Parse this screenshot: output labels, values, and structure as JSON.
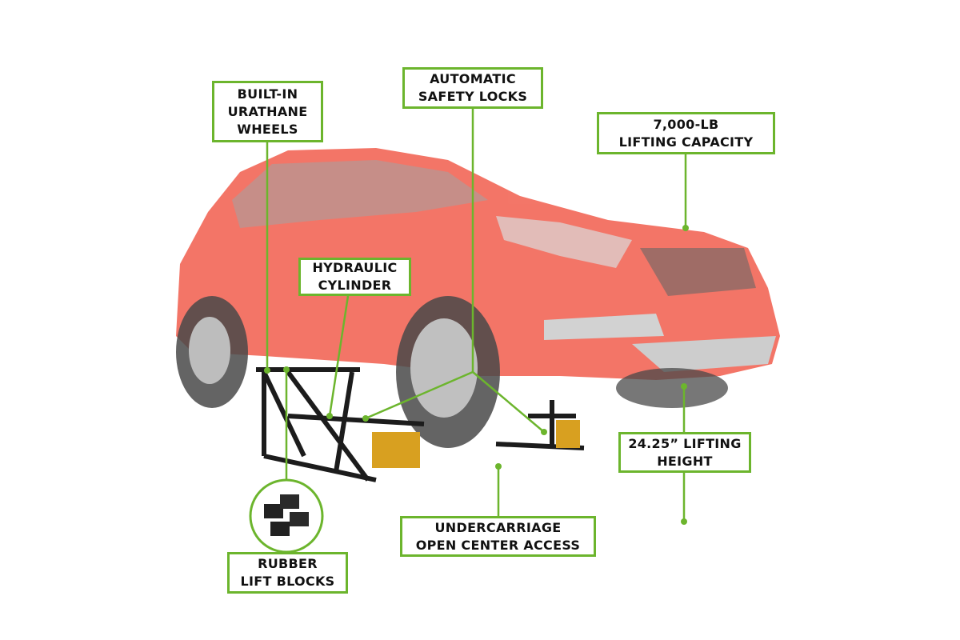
{
  "colors": {
    "accent": "#6cb52d",
    "car": "#f26a5b",
    "stand": "#1c1c1c"
  },
  "callouts": {
    "wheels": {
      "line1": "BUILT-IN",
      "line2": "URATHANE",
      "line3": "WHEELS"
    },
    "locks": {
      "line1": "AUTOMATIC",
      "line2": "SAFETY LOCKS"
    },
    "capacity": {
      "line1": "7,000-LB",
      "line2": "LIFTING CAPACITY"
    },
    "cylinder": {
      "line1": "HYDRAULIC",
      "line2": "CYLINDER"
    },
    "height": {
      "line1": "24.25” LIFTING",
      "line2": "HEIGHT"
    },
    "access": {
      "line1": "UNDERCARRIAGE",
      "line2": "OPEN CENTER ACCESS"
    },
    "blocks": {
      "line1": "RUBBER",
      "line2": "LIFT BLOCKS"
    }
  }
}
